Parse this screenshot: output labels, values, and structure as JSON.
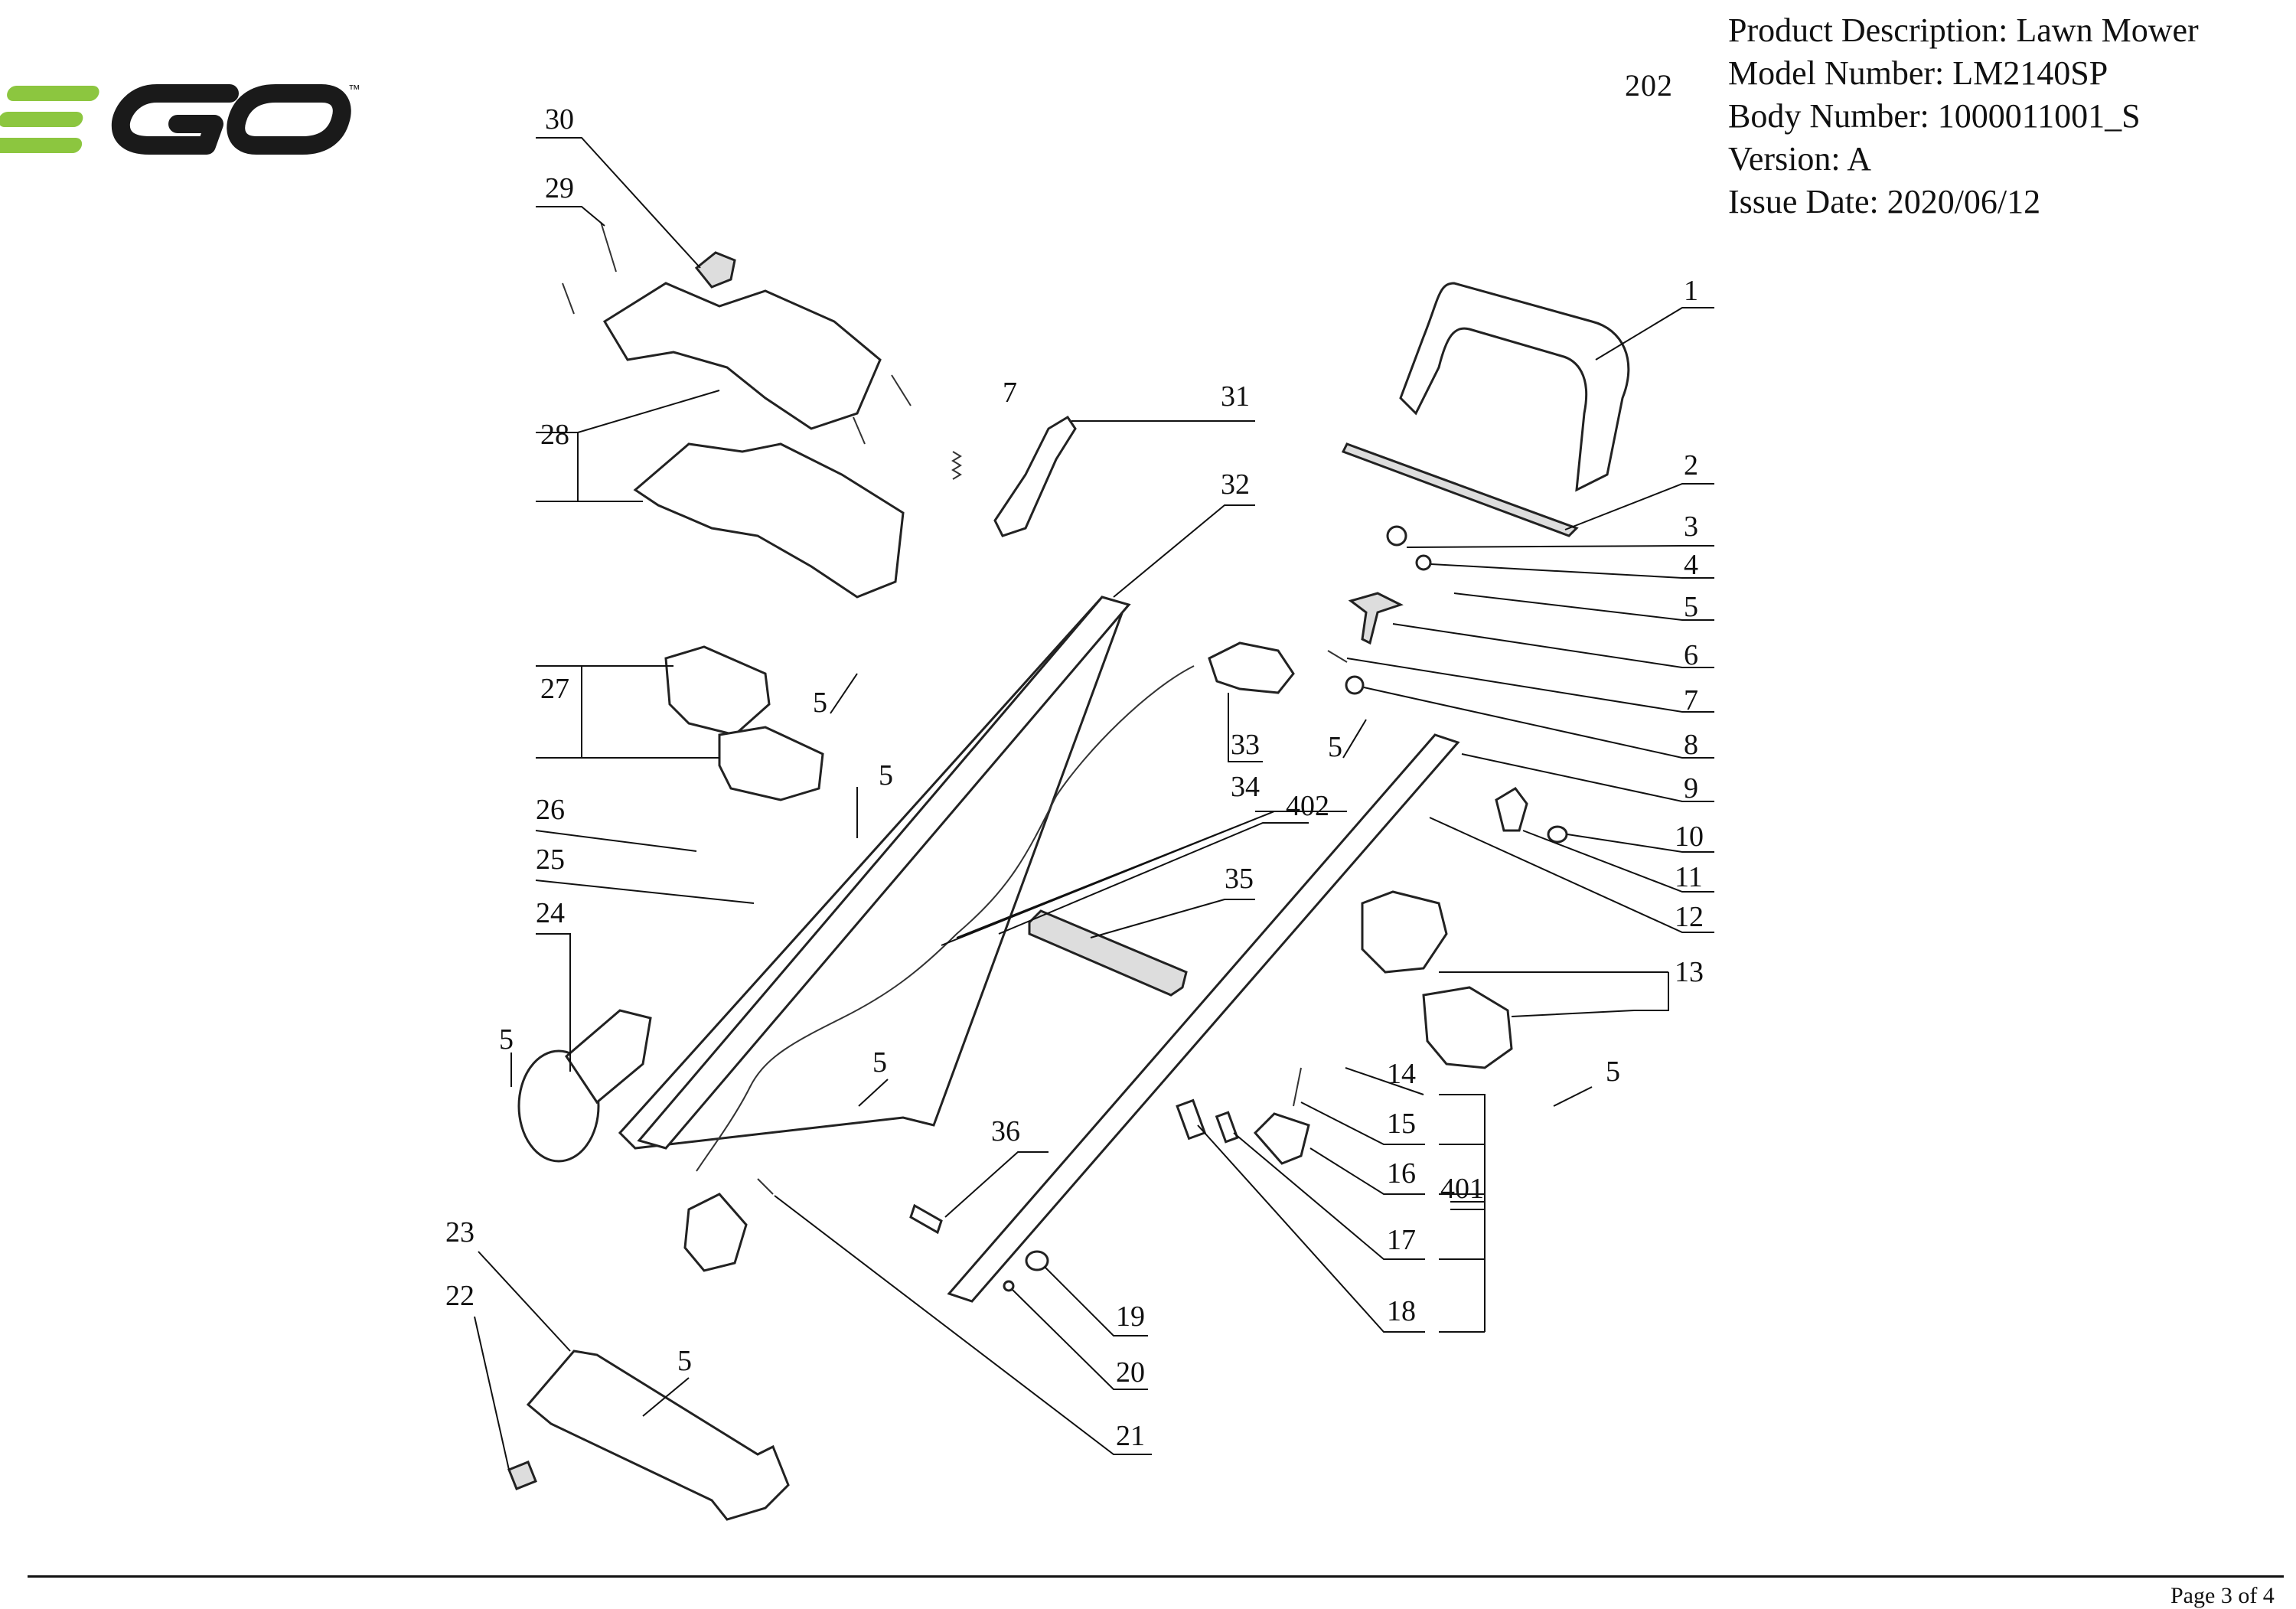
{
  "brand": {
    "logo_text": "EGO",
    "trademark": "™",
    "green": "#8cc63f",
    "dark": "#1a1a1a"
  },
  "header": {
    "product_description": "Product Description: Lawn Mower",
    "model_number": "Model Number: LM2140SP",
    "body_number": "Body Number: 1000011001_S",
    "version": "Version: A",
    "issue_date": "Issue Date: 2020/06/12"
  },
  "document_number": "202",
  "footer": {
    "page": "Page 3 of 4"
  },
  "callouts": {
    "c1": "1",
    "c2": "2",
    "c3": "3",
    "c4": "4",
    "c5": "5",
    "c6": "6",
    "c7": "7",
    "c8": "8",
    "c9": "9",
    "c10": "10",
    "c11": "11",
    "c12": "12",
    "c13": "13",
    "c14": "14",
    "c15": "15",
    "c16": "16",
    "c17": "17",
    "c18": "18",
    "c19": "19",
    "c20": "20",
    "c21": "21",
    "c22": "22",
    "c23": "23",
    "c24": "24",
    "c25": "25",
    "c26": "26",
    "c27": "27",
    "c28": "28",
    "c29": "29",
    "c30": "30",
    "c31": "31",
    "c32": "32",
    "c33": "33",
    "c34": "34",
    "c35": "35",
    "c36": "36",
    "c401": "401",
    "c402": "402"
  }
}
